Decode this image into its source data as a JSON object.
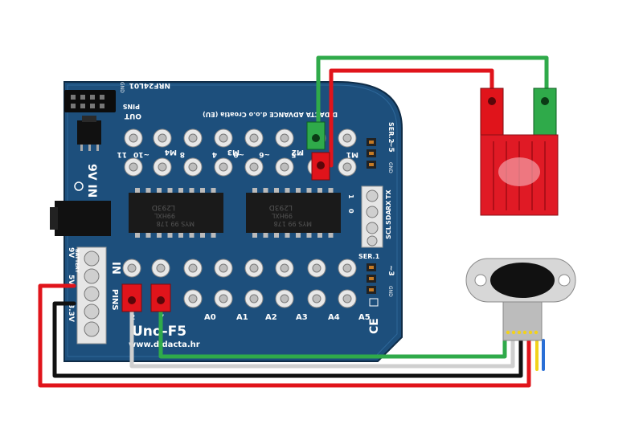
{
  "board": {
    "name": "Uno-F5",
    "website": "www.didacta.hr",
    "maker": "DIDACTA ADVANCE d.o.o Croatia (EU)",
    "nrf_label": "NRF24L01",
    "gnd_small": "GND",
    "out_label": "OUT",
    "pins_label": "PINS",
    "in_label": "IN",
    "pins_lower": "PINS",
    "ser2": "SER.2",
    "ser1": "SER.1",
    "pwr_9v": "9V",
    "battery": "BATTERY",
    "v5": "5V",
    "v33": "3.3V",
    "tilde5": "~5",
    "tilde3": "~3",
    "gnd_right_top": "GND",
    "gnd_right_bot": "GND",
    "nine_v_in": "9V IN",
    "top_pins": [
      "11",
      "~10",
      "8",
      "4",
      "~9",
      "~6",
      "~5",
      "M1"
    ],
    "motor_labels": [
      "M4",
      "M3",
      "M2"
    ],
    "bottom_pins": [
      "2",
      "7",
      "A0",
      "A1",
      "A2",
      "A3",
      "A4",
      "A5"
    ],
    "i2c_labels": [
      "SCL",
      "SDA",
      "RX",
      "TX"
    ],
    "i2c_nums": [
      "1",
      "0"
    ],
    "ce": "CE",
    "chip1": [
      "L293D",
      "99HXL",
      "MYS 99 178"
    ],
    "chip2": [
      "L293D",
      "99HXL",
      "MYS 99 178"
    ]
  },
  "colors": {
    "board": "#1d4f7c",
    "wire_red": "#e0141b",
    "wire_green": "#2faa4a",
    "wire_black": "#111111",
    "wire_gray": "#cfcfcf",
    "wire_yellow": "#f2d21a",
    "wire_blue": "#2a6fd6"
  }
}
